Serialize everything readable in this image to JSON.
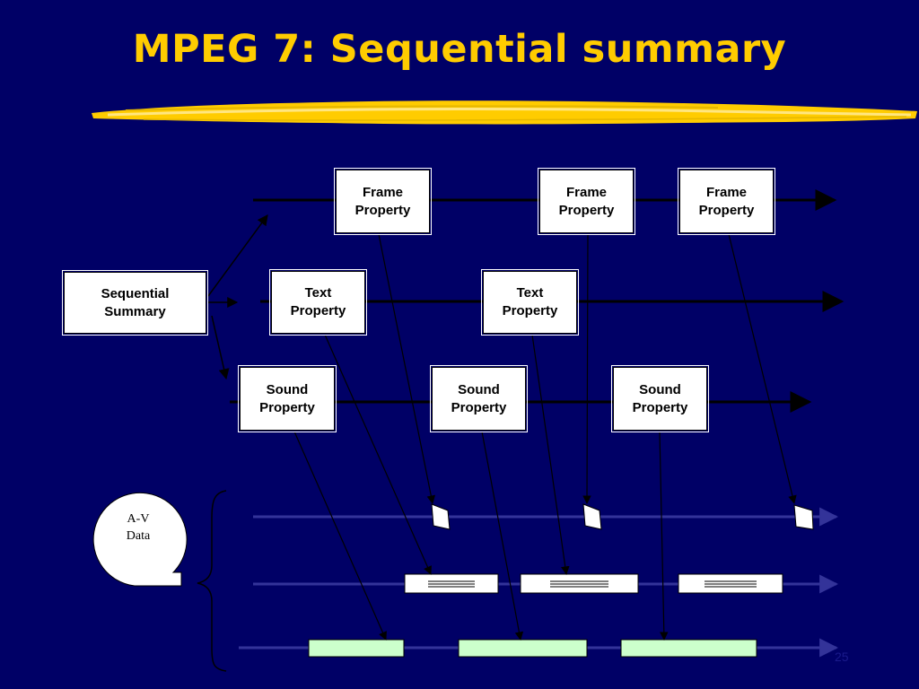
{
  "slide": {
    "title": "MPEG 7: Sequential summary",
    "page_number": "25",
    "colors": {
      "background": "#000066",
      "title": "#ffcc00",
      "highlight_stroke": "#ffcc00",
      "timeline": "#333399",
      "sound_segment": "#ccffcc",
      "box_fill": "#ffffff"
    }
  },
  "diagram": {
    "root": {
      "label": "Sequential\nSummary"
    },
    "frame_properties": [
      {
        "label": "Frame\nProperty"
      },
      {
        "label": "Frame\nProperty"
      },
      {
        "label": "Frame\nProperty"
      }
    ],
    "text_properties": [
      {
        "label": "Text\nProperty"
      },
      {
        "label": "Text\nProperty"
      }
    ],
    "sound_properties": [
      {
        "label": "Sound\nProperty"
      },
      {
        "label": "Sound\nProperty"
      },
      {
        "label": "Sound\nProperty"
      }
    ],
    "av_data": {
      "label": "A-V\nData"
    }
  }
}
